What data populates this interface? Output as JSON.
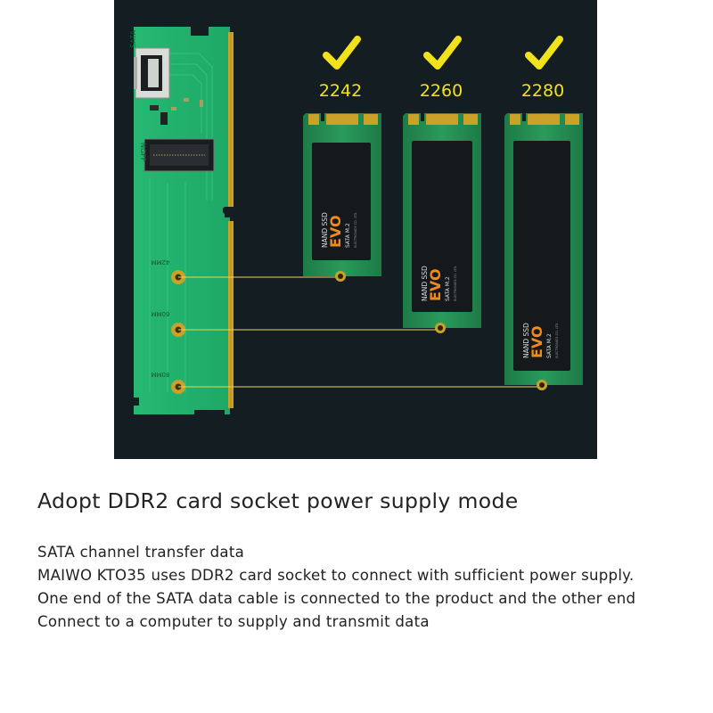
{
  "figure": {
    "adapter": {
      "sata_label": "SATA",
      "ngff_label": "NGFF",
      "mount_labels": [
        "42MM",
        "60MM",
        "80MM"
      ]
    },
    "ssds": [
      {
        "size": "2242",
        "brand": "EVO",
        "line1": "NAND SSD",
        "line2": "SATA M.2",
        "maker": "ELECTRONICS CO. LTD."
      },
      {
        "size": "2260",
        "brand": "EVO",
        "line1": "NAND SSD",
        "line2": "SATA M.2",
        "maker": "ELECTRONICS CO. LTD."
      },
      {
        "size": "2280",
        "brand": "EVO",
        "line1": "NAND SSD",
        "line2": "SATA M.2",
        "maker": "ELECTRONICS CO. LTD."
      }
    ],
    "colors": {
      "check": "#f2e21c",
      "pcb": "#1fb36c",
      "gold": "#c9a227",
      "background": "#141d22"
    }
  },
  "headline": "Adopt DDR2 card socket power supply mode",
  "description": [
    "SATA channel transfer data",
    "MAIWO KTO35 uses DDR2 card socket to connect with sufficient power supply.",
    "One end of the SATA data cable is connected to the product and the other end",
    "Connect to a computer to supply and transmit data"
  ]
}
